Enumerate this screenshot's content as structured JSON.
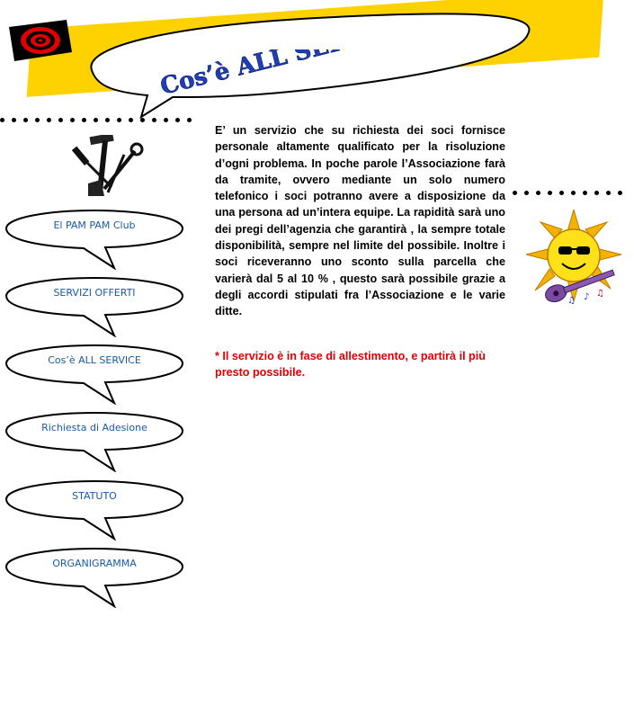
{
  "header": {
    "title": "Cos’è ALL SERVICE",
    "logo_icon": "target-icon",
    "colors": {
      "band": "#fed200",
      "title": "#1f3fb8",
      "logo": "#e00000"
    }
  },
  "nav": {
    "items": [
      {
        "label": "El PAM PAM Club"
      },
      {
        "label": "SERVIZI OFFERTI"
      },
      {
        "label": "Cos’è ALL SERVICE"
      },
      {
        "label": "Richiesta di Adesione"
      },
      {
        "label": "STATUTO"
      },
      {
        "label": "ORGANIGRAMMA"
      }
    ],
    "link_color": "#1a5aa6"
  },
  "main": {
    "body": "E’ un servizio che su richiesta dei soci fornisce personale altamente qualificato per la risoluzione d’ogni problema. In poche parole l’Associazione farà da tramite, ovvero mediante un solo numero telefonico i soci potranno avere a disposizione da una persona ad un’intera equipe. La rapidità sarà uno dei pregi dell’agenzia che garantirà , la sempre totale disponibilità, sempre nel limite del possibile. Inoltre i soci riceveranno uno sconto sulla parcella che varierà dal 5 al 10 % , questo sarà possibile grazie a degli accordi stipulati fra l’Associazione e le varie ditte.",
    "note": "* Il servizio è in fase di allestimento, e partirà il più presto possibile.",
    "note_color": "#e00000"
  },
  "icons": [
    "tools-icon",
    "sun-guitar-icon"
  ]
}
